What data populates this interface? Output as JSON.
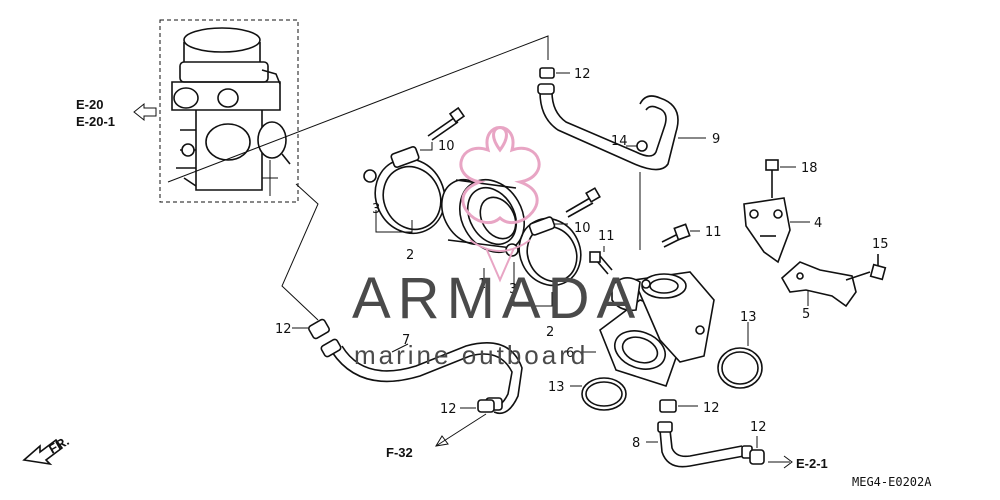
{
  "callouts": {
    "c12_top": "12",
    "c10_upper": "10",
    "c14": "14",
    "c9": "9",
    "c18": "18",
    "c3_upper": "3",
    "c2_upper": "2",
    "c4": "4",
    "c10_mid": "10",
    "c11_left": "11",
    "c11_right": "11",
    "c15": "15",
    "c1": "1",
    "c3_lower": "3",
    "c5": "5",
    "c12_left": "12",
    "c7": "7",
    "c2_lower": "2",
    "c13_right": "13",
    "c6": "6",
    "c13_lower": "13",
    "c12_bottom": "12",
    "c12_mid": "12",
    "c12_right": "12",
    "c8": "8"
  },
  "refs": {
    "e20": "E-20",
    "e20_1": "E-20-1",
    "f32": "F-32",
    "e2_1": "E-2-1",
    "fr": "FR."
  },
  "diagram_code": "MEG4-E0202A",
  "watermark": {
    "brand": "ARMADA",
    "tagline": "marine outboard",
    "color": "#e8a5c4"
  }
}
